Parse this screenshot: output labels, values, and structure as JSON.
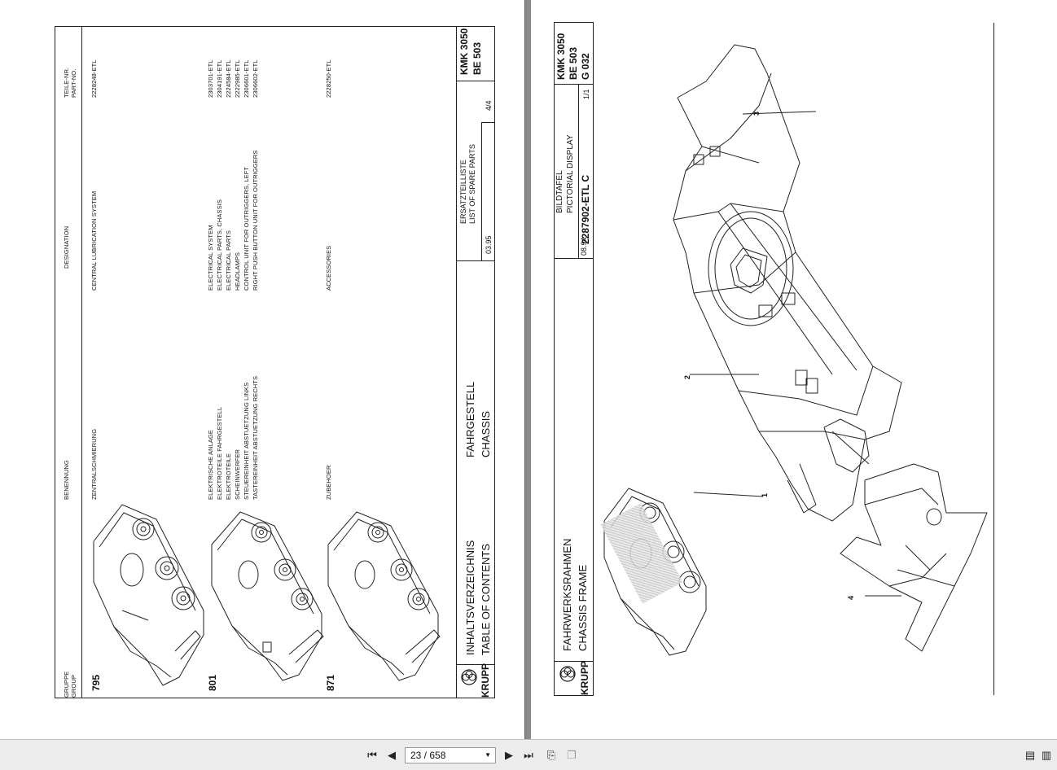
{
  "left_page": {
    "header": {
      "gruppe": "GRUPPE",
      "group": "GROUP",
      "benennung": "BENENNUNG",
      "designation": "DESIGNATION",
      "teile_nr": "TEILE-NR.",
      "part_no": "PART-NO."
    },
    "groups": [
      {
        "number": "795",
        "de": [
          "ZENTRALSCHMIERUNG"
        ],
        "en": [
          "CENTRAL LUBRICATION SYSTEM"
        ],
        "parts": [
          "2228248-ETL"
        ]
      },
      {
        "number": "801",
        "de": [
          "ELEKTRISCHE ANLAGE",
          "ELEKTROTEILE FAHRGESTELL",
          "ELEKTROTEILE",
          "SCHEINWERFER",
          "STEUEREINHEIT ABSTUETZUNG LINKS",
          "TASTEREINHEIT ABSTUETZUNG RECHTS"
        ],
        "en": [
          "ELECTRICAL SYSTEM",
          "ELECTRICAL PARTS, CHASSIS",
          "ELECTRICAL PARTS",
          "HEADLAMPS",
          "CONTROL UNIT FOR OUTRIGGERS, LEFT",
          "RIGHT PUSH BUTTON UNIT FOR OUTRIGGERS"
        ],
        "parts": [
          "2303701-ETL",
          "2304191-ETL",
          "2224584-ETL",
          "2222985-ETL",
          "2306601-ETL",
          "2306602-ETL"
        ]
      },
      {
        "number": "871",
        "de": [
          "ZUBEHOER"
        ],
        "en": [
          "ACCESSORIES"
        ],
        "parts": [
          "2228250-ETL"
        ]
      }
    ],
    "footer": {
      "brand": "KRUPP",
      "title_de": "INHALTSVERZEICHNIS",
      "title_en": "TABLE  OF  CONTENTS",
      "section_de": "FAHRGESTELL",
      "section_en": "CHASSIS",
      "list_de": "ERSATZTEILLISTE",
      "list_en": "LIST OF SPARE PARTS",
      "date": "03.95",
      "sheet": "4/4",
      "model": "KMK 3050",
      "variant": "BE  503"
    }
  },
  "right_page": {
    "callouts": [
      "1",
      "2",
      "3",
      "4"
    ],
    "footer": {
      "brand": "KRUPP",
      "title_de": "FAHRWERKSRAHMEN",
      "title_en": "CHASSIS FRAME",
      "bild_de": "BILDTAFEL",
      "bild_en": "PICTORIAL DISPLAY",
      "code": "2287902-ETL  C",
      "date": "08.94",
      "sheet": "1/1",
      "model": "KMK 3050",
      "variant": "BE  503",
      "group": "G  032"
    }
  },
  "toolbar": {
    "page_indicator": "23 / 658",
    "icons": [
      "first-page-icon",
      "prev-page-icon",
      "next-page-icon",
      "last-page-icon",
      "rotate-icon",
      "copy-icon",
      "single-page-view-icon",
      "two-page-view-icon"
    ]
  }
}
